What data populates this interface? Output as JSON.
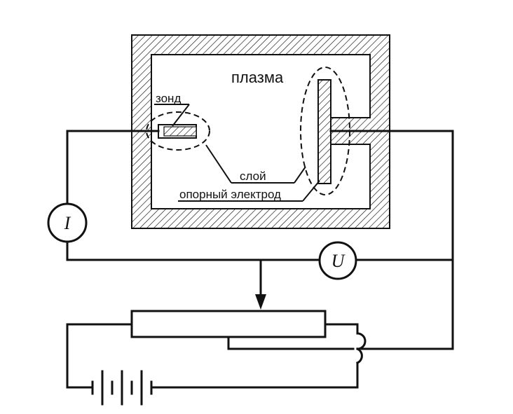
{
  "labels": {
    "plasma": "плазма",
    "probe": "зонд",
    "layer": "слой",
    "reference_electrode": "опорный электрод"
  },
  "meters": {
    "current": "I",
    "voltage": "U"
  }
}
